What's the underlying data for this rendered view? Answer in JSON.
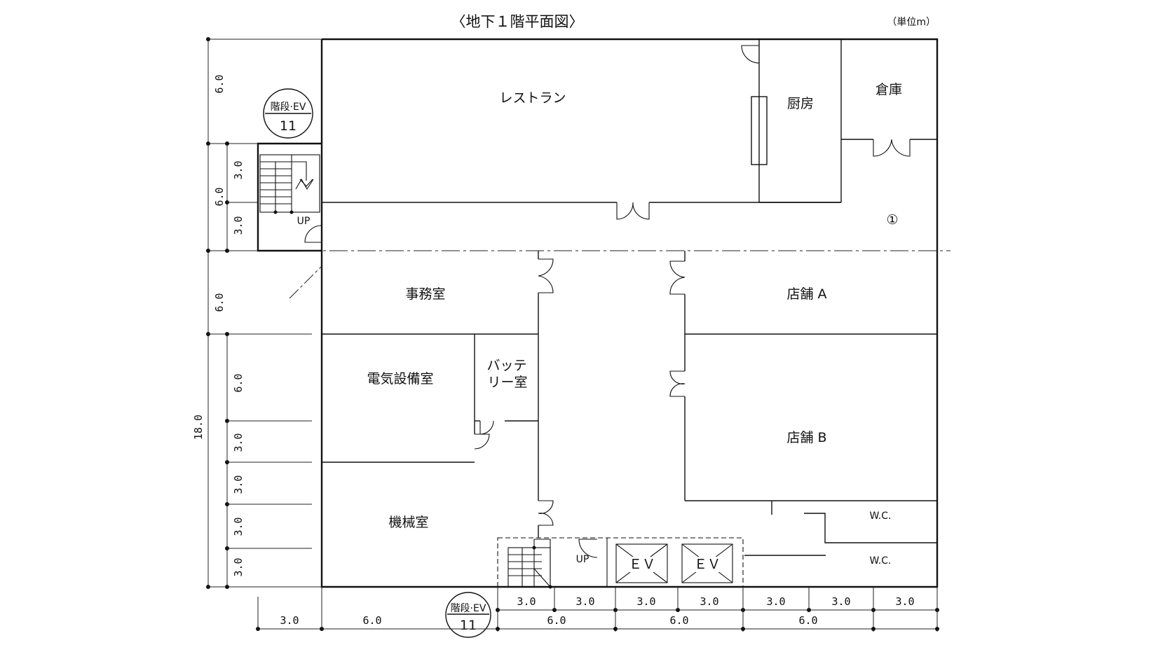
{
  "title": "〈地下１階平面図〉",
  "unit": "（単位m）",
  "rooms": {
    "restaurant": "レストラン",
    "kitchen": "厨房",
    "storage": "倉庫",
    "office": "事務室",
    "shop_a": "店舗 A",
    "electrical": "電気設備室",
    "battery_1": "バッテ",
    "battery_2": "リー室",
    "shop_b": "店舗 B",
    "machine": "機械室",
    "wc_1": "W.C.",
    "wc_2": "W.C.",
    "ev_1": "ＥＶ",
    "ev_2": "ＥＶ"
  },
  "labels": {
    "up_upper": "UP",
    "up_lower": "UP",
    "circle_mark": "①"
  },
  "stair_badges": [
    {
      "top": "階段·EV",
      "bottom": "11"
    },
    {
      "top": "階段·EV",
      "bottom": "11"
    }
  ],
  "dimensions": {
    "left_outer": [
      "6.0",
      "6.0",
      "6.0"
    ],
    "left_upper_inner": [
      "3.0",
      "3.0"
    ],
    "left_lower_inner": [
      "6.0",
      "3.0",
      "3.0",
      "3.0",
      "3.0"
    ],
    "left_total": "18.0",
    "bottom_upper": [
      "3.0",
      "3.0",
      "3.0",
      "3.0",
      "3.0",
      "3.0",
      "3.0"
    ],
    "bottom_lower": [
      "3.0",
      "6.0",
      "6.0",
      "6.0",
      "6.0"
    ]
  }
}
